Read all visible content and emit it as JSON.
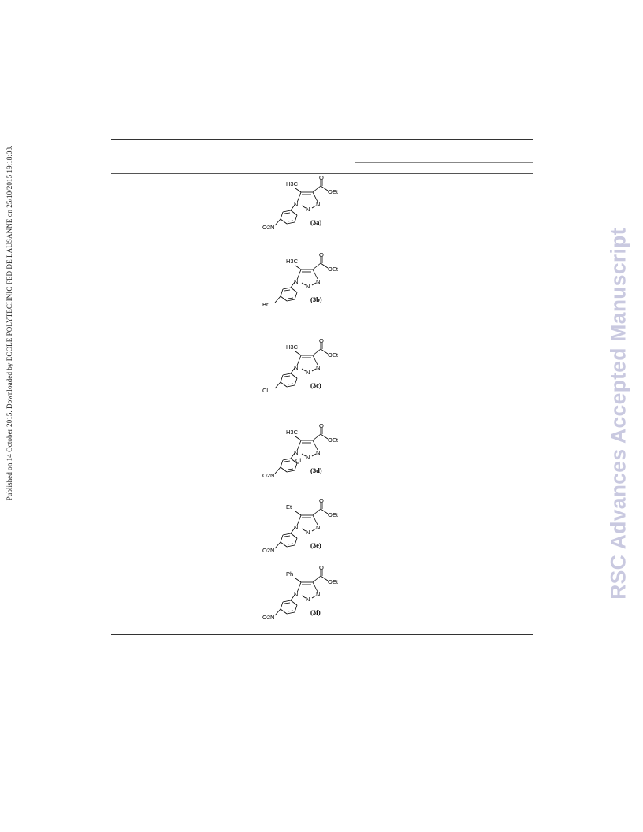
{
  "side_note": "Published on 14 October 2015. Downloaded by ECOLE POLYTECHNIC FED DE LAUSANNE on 25/10/2015 19:18:03.",
  "watermark": "RSC Advances Accepted Manuscript",
  "compounds": [
    {
      "substituent": "H3C",
      "ester": "OEt",
      "carbonyl": "O",
      "aryl_sub": "O2N",
      "ortho_sub": "",
      "label": "(3a)"
    },
    {
      "substituent": "H3C",
      "ester": "OEt",
      "carbonyl": "O",
      "aryl_sub": "Br",
      "ortho_sub": "",
      "label": "(3b)"
    },
    {
      "substituent": "H3C",
      "ester": "OEt",
      "carbonyl": "O",
      "aryl_sub": "Cl",
      "ortho_sub": "",
      "label": "(3c)"
    },
    {
      "substituent": "H3C",
      "ester": "OEt",
      "carbonyl": "O",
      "aryl_sub": "O2N",
      "ortho_sub": "Cl",
      "label": "(3d)"
    },
    {
      "substituent": "Et",
      "ester": "OEt",
      "carbonyl": "O",
      "aryl_sub": "O2N",
      "ortho_sub": "",
      "label": "(3e)"
    },
    {
      "substituent": "Ph",
      "ester": "OEt",
      "carbonyl": "O",
      "aryl_sub": "O2N",
      "ortho_sub": "",
      "label": "(3f)"
    }
  ],
  "ring_atoms": {
    "n1": "N",
    "n2": "N",
    "n3": "N"
  }
}
